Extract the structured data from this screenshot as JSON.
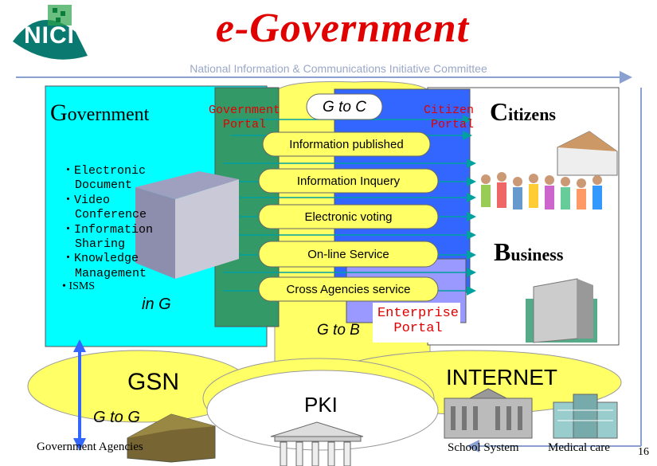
{
  "header": {
    "logo_text": "NICI",
    "title": "e-Government",
    "subtitle": "National Information & Communications Initiative Committee"
  },
  "government": {
    "heading_initial": "G",
    "heading_rest": "overnment",
    "items": [
      "・Electronic",
      "Document",
      "・Video",
      "Conference",
      "・Information",
      "Sharing",
      "・Knowledge",
      "Management"
    ],
    "isms": "• ISMS",
    "in_g": "in G"
  },
  "center": {
    "gov_portal": "Government\nPortal",
    "g_to_c": "G to C",
    "citizen_portal": "Citizen\nPortal",
    "services": [
      "Information published",
      "Information Inquery",
      "Electronic voting",
      "On-line Service",
      "Cross Agencies service"
    ],
    "g_to_b": "G to B",
    "enterprise_portal": "Enterprise\nPortal"
  },
  "citizens": {
    "initial": "C",
    "rest": "itizens"
  },
  "business": {
    "initial": "B",
    "rest": "usiness"
  },
  "bottom": {
    "gsn": "GSN",
    "g_to_g": "G to G",
    "gov_agencies": "Government Agencies",
    "pki": "PKI",
    "internet": "INTERNET",
    "school": "School System",
    "medical": "Medical care",
    "page_number": "16"
  },
  "colors": {
    "cyan": "#00ffff",
    "green": "#339966",
    "blue": "#3366ff",
    "lavender": "#9999ff",
    "yellow": "#ffff66",
    "title_red": "#e00000"
  }
}
